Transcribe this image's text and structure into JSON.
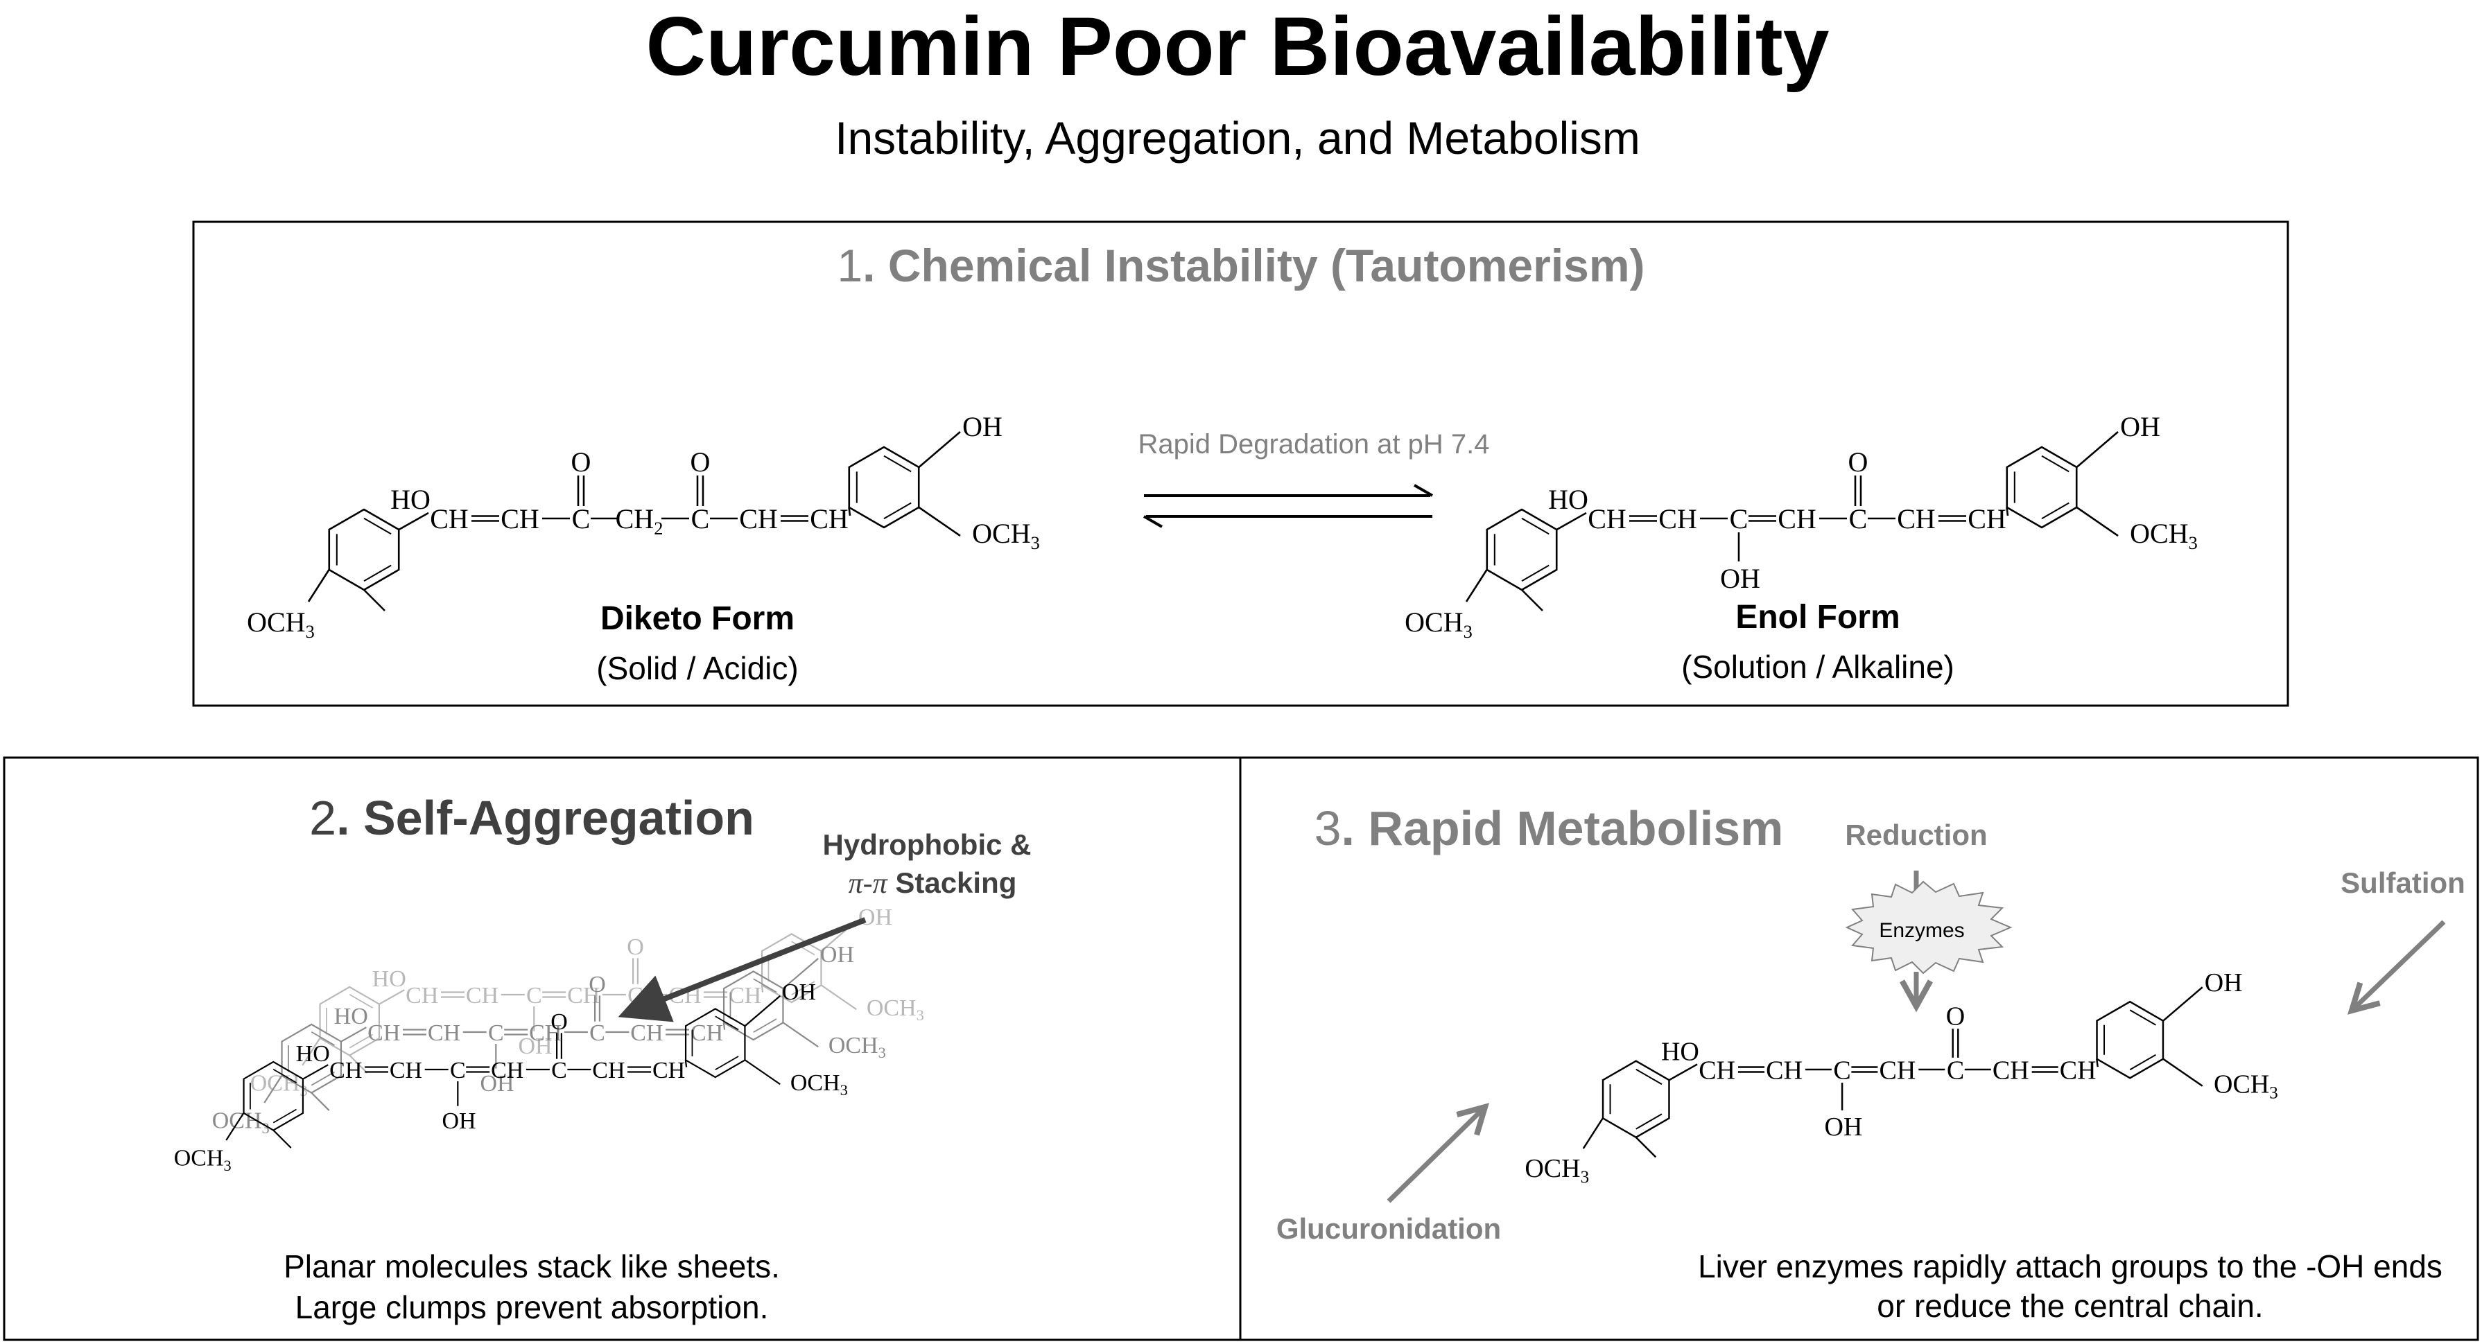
{
  "title": "Curcumin Poor Bioavailability",
  "subtitle": "Instability, Aggregation, and Metabolism",
  "colors": {
    "ink": "#000000",
    "muted": "#808080",
    "dark": "#404040",
    "faint": "#b8b8b8",
    "enzyme_fill": "#efefef"
  },
  "panel1": {
    "number": "1",
    "heading": ". Chemical Instability (Tautomerism)",
    "arrow_label": "Rapid Degradation at pH 7.4",
    "diketo_name": "Diketo Form",
    "diketo_note": "(Solid / Acidic)",
    "enol_name": "Enol Form",
    "enol_note": "(Solution / Alkaline)"
  },
  "panel2": {
    "number": "2",
    "heading": ". Self-Aggregation",
    "annotation_line1": "Hydrophobic &",
    "annotation_line2_pi": "π-π",
    "annotation_line2_rest": " Stacking",
    "caption_line1": "Planar molecules stack like sheets.",
    "caption_line2": "Large clumps prevent absorption."
  },
  "panel3": {
    "number": "3",
    "heading": ". Rapid Metabolism",
    "reduction": "Reduction",
    "enzymes": "Enzymes",
    "sulfation": "Sulfation",
    "glucuronidation": "Glucuronidation",
    "caption_line1": "Liver enzymes rapidly attach groups to the -OH ends",
    "caption_line2": "or reduce the central chain."
  },
  "chem": {
    "HO": "HO",
    "OH": "OH",
    "OCH": "OCH",
    "sub3": "3",
    "sub2": "2",
    "O": "O",
    "C": "C",
    "CH": "CH",
    "CH2": "CH",
    "dash": "—",
    "double": "═"
  }
}
